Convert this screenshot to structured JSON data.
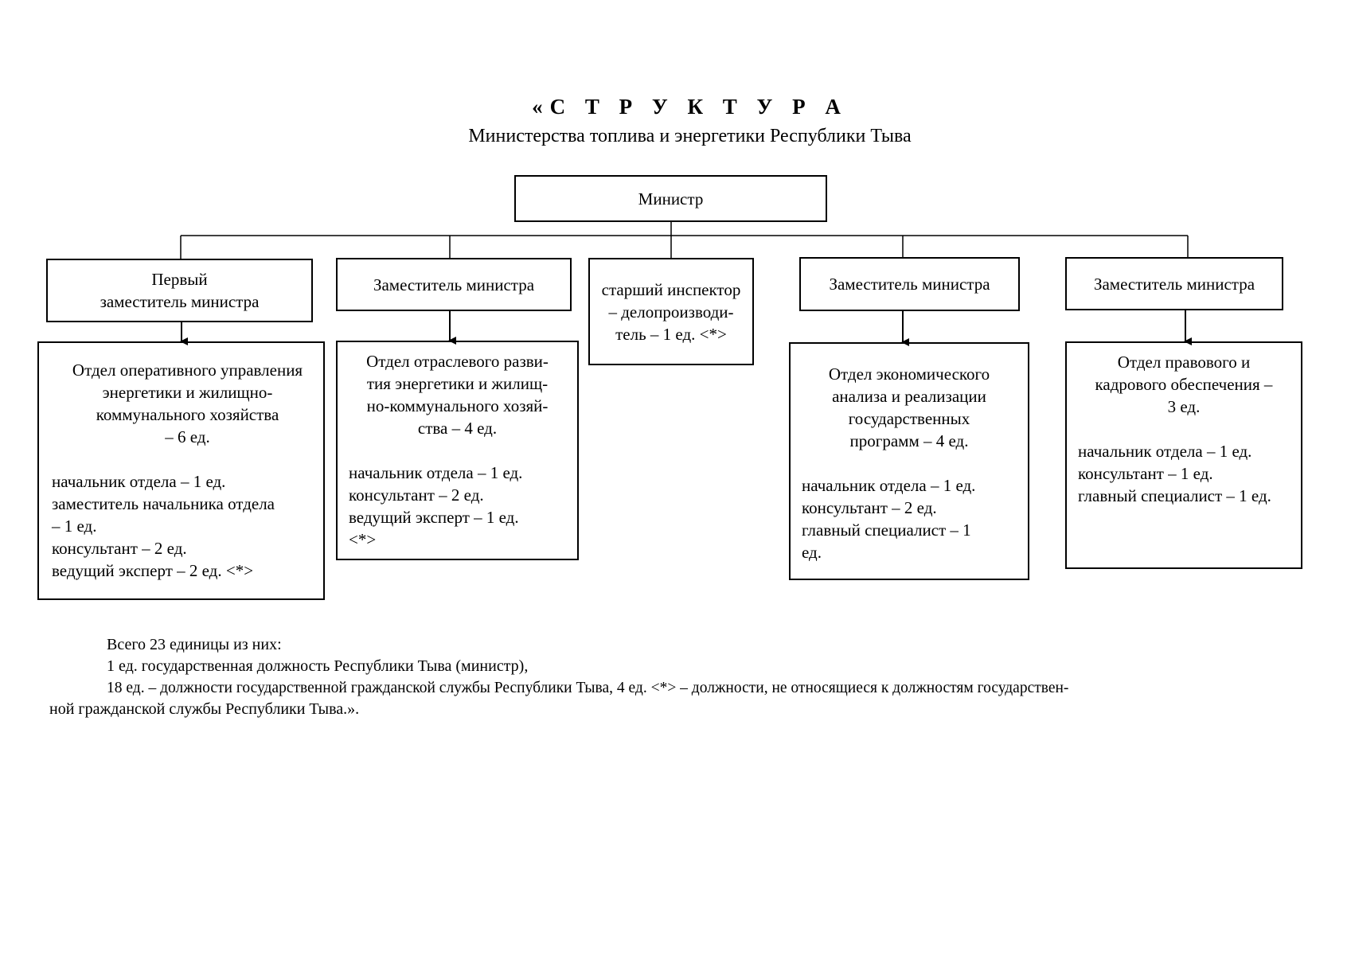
{
  "header": {
    "title": "«С Т Р У К Т У Р А",
    "subtitle": "Министерства топлива и энергетики Республики Тыва"
  },
  "chart": {
    "minister": "Министр",
    "level2": [
      "Первый\nзаместитель министра",
      "Заместитель министра",
      "старший инспектор\n– делопроизводи-\nтель – 1 ед. <*>",
      "Заместитель министра",
      "Заместитель министра"
    ],
    "departments": [
      {
        "name": "Отдел оперативного управления\nэнергетики и жилищно-\nкоммунального хозяйства\n– 6 ед.",
        "staff": [
          "начальник отдела – 1 ед.",
          "заместитель начальника отдела\n– 1 ед.",
          "консультант – 2 ед.",
          "ведущий эксперт – 2 ед. <*>"
        ]
      },
      {
        "name": "Отдел отраслевого разви-\nтия энергетики и жилищ-\nно-коммунального хозяй-\nства – 4 ед.",
        "staff": [
          "начальник отдела – 1 ед.",
          "консультант – 2 ед.",
          "ведущий эксперт – 1 ед.\n<*>"
        ]
      },
      {
        "name": "Отдел экономического\nанализа и реализации\nгосударственных\nпрограмм – 4 ед.",
        "staff": [
          "начальник отдела – 1 ед.",
          "консультант – 2 ед.",
          "главный специалист – 1\nед."
        ]
      },
      {
        "name": "Отдел правового и\nкадрового обеспечения –\n3 ед.",
        "staff": [
          "начальник отдела – 1 ед.",
          "консультант – 1 ед.",
          "главный специалист – 1 ед."
        ]
      }
    ]
  },
  "summary": {
    "line1": "Всего 23 единицы из них:",
    "line2": "1 ед. государственная должность Республики Тыва (министр),",
    "line3a": "18 ед. – должности государственной гражданской службы Республики Тыва, 4 ед. <*> – должности, не относящиеся к должностям государствен-",
    "line3b": "ной гражданской службы Республики Тыва.»."
  }
}
